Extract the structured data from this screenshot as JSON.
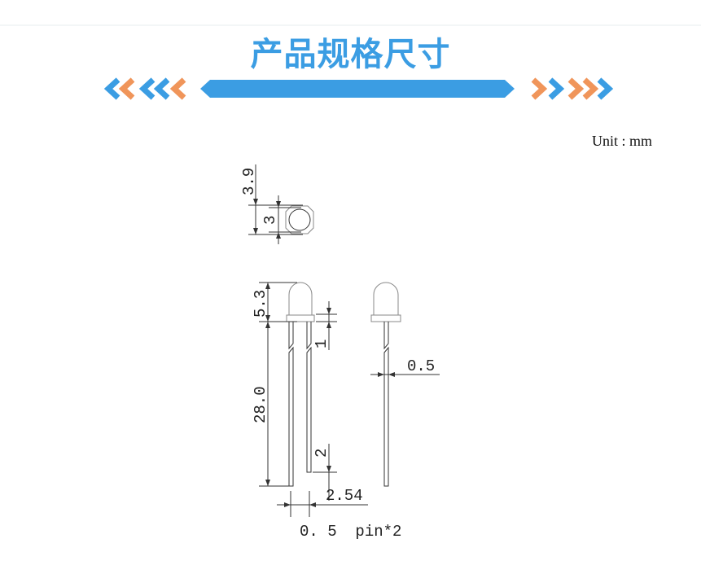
{
  "header": {
    "title": "产品规格尺寸",
    "accent_blue": "#3b9de3",
    "accent_orange": "#f0955a"
  },
  "unit_label": "Unit : mm",
  "dimensions": {
    "top_diameter": "3.9",
    "top_inner": "3",
    "dome_height": "5.3",
    "lead_length": "28.0",
    "flange_thickness": "1",
    "lead_offset": "2",
    "pitch": "2.54",
    "lead_width": "0.5",
    "pin_note": "0. 5  pin*2"
  }
}
